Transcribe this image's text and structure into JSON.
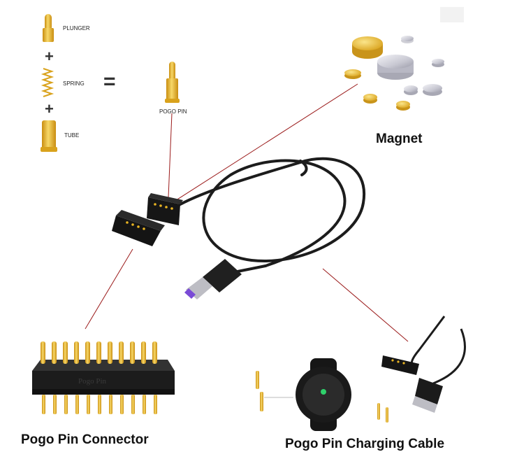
{
  "labels": {
    "plunger": "PLUNGER",
    "spring": "SPRING",
    "tube": "TUBE",
    "pogo_pin": "POGO PIN",
    "magnet": "Magnet",
    "connector": "Pogo Pin Connector",
    "charging_cable": "Pogo Pin Charging Cable",
    "connector_embossed": "Pogo Pin"
  },
  "symbols": {
    "plus": "+",
    "equals": "="
  },
  "colors": {
    "gold": "#e8b423",
    "gold_light": "#f7d868",
    "cable": "#1c1c1c",
    "leader_line": "#9b1b1b",
    "usb_purple": "#7a4bd6",
    "watch_green": "#2fd16b"
  }
}
